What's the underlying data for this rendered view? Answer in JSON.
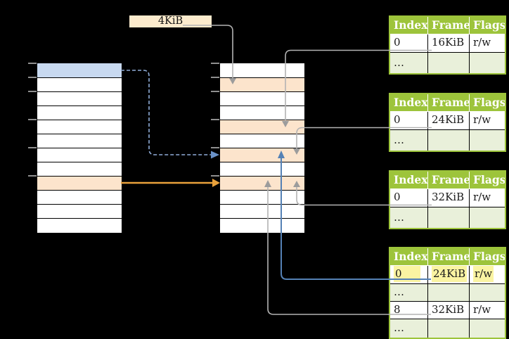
{
  "labels": {
    "page_size": "4KiB"
  },
  "colors": {
    "row_blue": "#C8D9F0",
    "row_orange": "#FCE4CC",
    "label_bg": "#FCEBCD",
    "header_green": "#9DC43B",
    "row_light_green": "#E9F0DA",
    "highlight_yellow": "#FAF4A2",
    "arrow_gray": "#B3B3B3",
    "arrow_blue": "#5581B5",
    "arrow_blue_dashed": "#8FACD8",
    "arrow_orange": "#E9A13B"
  },
  "memory_columns": [
    {
      "name": "virtual-memory-column",
      "rows": 12,
      "row_fills": {
        "0": "blue",
        "8": "orange"
      }
    },
    {
      "name": "physical-memory-column",
      "rows": 12,
      "row_fills": {
        "1": "orange",
        "4": "orange",
        "6": "orange",
        "8": "orange"
      }
    }
  ],
  "page_tables": [
    {
      "name": "page-table-16kib",
      "headers": [
        "Index",
        "Frame",
        "Flags"
      ],
      "rows": [
        {
          "cells": [
            "0",
            "16KiB",
            "r/w"
          ],
          "muted": false,
          "highlight": false
        },
        {
          "cells": [
            "…",
            "",
            ""
          ],
          "muted": true,
          "highlight": false
        }
      ]
    },
    {
      "name": "page-table-24kib",
      "headers": [
        "Index",
        "Frame",
        "Flags"
      ],
      "rows": [
        {
          "cells": [
            "0",
            "24KiB",
            "r/w"
          ],
          "muted": false,
          "highlight": false
        },
        {
          "cells": [
            "…",
            "",
            ""
          ],
          "muted": true,
          "highlight": false
        }
      ]
    },
    {
      "name": "page-table-32kib",
      "headers": [
        "Index",
        "Frame",
        "Flags"
      ],
      "rows": [
        {
          "cells": [
            "0",
            "32KiB",
            "r/w"
          ],
          "muted": false,
          "highlight": false
        },
        {
          "cells": [
            "…",
            "",
            ""
          ],
          "muted": true,
          "highlight": false
        }
      ]
    },
    {
      "name": "page-table-level4",
      "headers": [
        "Index",
        "Frame",
        "Flags"
      ],
      "rows": [
        {
          "cells": [
            "0",
            "24KiB",
            "r/w"
          ],
          "muted": false,
          "highlight": true
        },
        {
          "cells": [
            "…",
            "",
            ""
          ],
          "muted": true,
          "highlight": false
        },
        {
          "cells": [
            "8",
            "32KiB",
            "r/w"
          ],
          "muted": false,
          "highlight": false
        },
        {
          "cells": [
            "…",
            "",
            ""
          ],
          "muted": true,
          "highlight": false
        }
      ]
    }
  ]
}
